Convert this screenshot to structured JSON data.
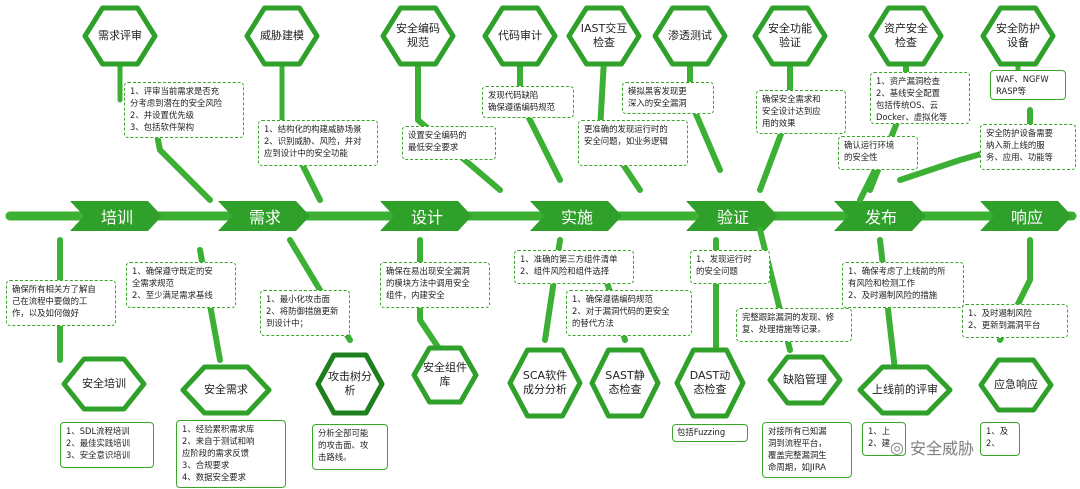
{
  "stages": [
    "培训",
    "需求",
    "设计",
    "实施",
    "验证",
    "发布",
    "响应"
  ],
  "nodes_top": [
    {
      "id": "req-review",
      "label": "需求评审"
    },
    {
      "id": "threat-model",
      "label": "威胁建模"
    },
    {
      "id": "secure-coding",
      "label": "安全编码规范"
    },
    {
      "id": "code-audit",
      "label": "代码审计"
    },
    {
      "id": "iast",
      "label": "IAST交互检查"
    },
    {
      "id": "pentest",
      "label": "渗透测试"
    },
    {
      "id": "func-verify",
      "label": "安全功能验证"
    },
    {
      "id": "asset-check",
      "label": "资产安全检查"
    },
    {
      "id": "sec-device",
      "label": "安全防护设备"
    }
  ],
  "nodes_bottom": [
    {
      "id": "sec-training",
      "label": "安全培训"
    },
    {
      "id": "sec-req",
      "label": "安全需求"
    },
    {
      "id": "attack-tree",
      "label": "攻击树分析"
    },
    {
      "id": "sec-lib",
      "label": "安全组件库"
    },
    {
      "id": "sca",
      "label": "SCA软件成分分析"
    },
    {
      "id": "sast",
      "label": "SAST静态检查"
    },
    {
      "id": "dast",
      "label": "DAST动态检查"
    },
    {
      "id": "bug-mgmt",
      "label": "缺陷管理"
    },
    {
      "id": "prelaunch",
      "label": "上线前的评审"
    },
    {
      "id": "emergency",
      "label": "应急响应"
    }
  ],
  "notes": {
    "req_review": [
      "1、评审当前需求是否充",
      "分考虑到潜在的安全风险",
      "2、并设置优先级",
      "3、包括软件架构"
    ],
    "threat_model": [
      "1、结构化的构建威胁场景",
      "2、识别威胁、风险，并对",
      "应到设计中的安全功能"
    ],
    "secure_coding": [
      "设置安全编码的",
      "最低安全要求"
    ],
    "code_audit": [
      "发现代码缺陷",
      "确保遵循编码规范"
    ],
    "pentest": [
      "模拟黑客发现更",
      "深入的安全漏洞"
    ],
    "iast": [
      "更准确的发现运行时的",
      "安全问题，如业务逻辑"
    ],
    "func_verify": [
      "确保安全需求和",
      "安全设计达到应",
      "用的效果"
    ],
    "asset_check": [
      "1、资产漏洞检查",
      "2、基线安全配置",
      "包括传统OS、云",
      "Docker、虚拟化等"
    ],
    "sec_device": [
      "WAF、NGFW",
      "RASP等"
    ],
    "sec_device2": [
      "安全防护设备需要",
      "纳入新上线的服",
      "务、应用、功能等"
    ],
    "asset_check2": [
      "确认运行环境",
      "的安全性"
    ],
    "training": [
      "确保所有相关方了解自",
      "己在流程中要做的工",
      "作，以及如何做好"
    ],
    "sec_req_note": [
      "1、确保遵守既定的安",
      "全需求规范",
      "2、至少满足需求基线"
    ],
    "attack_surface": [
      "1、最小化攻击面",
      "2、将防御措施更新",
      "到设计中；"
    ],
    "sec_lib_note": [
      "确保在易出现安全漏洞",
      "的模块方法中调用安全",
      "组件，内建安全"
    ],
    "sca_note": [
      "1、准确的第三方组件清单",
      "2、组件风险和组件选择"
    ],
    "sast_note": [
      "1、确保遵循编码规范",
      "2、对于漏洞代码的更安全",
      "的替代方法"
    ],
    "dast_note": [
      "1、发现运行时",
      "的安全问题"
    ],
    "bug_note": [
      "完整跟踪漏洞的发现、修",
      "复、处理措施等记录。"
    ],
    "prelaunch_note": [
      "1、确保考虑了上线前的所",
      "有风险和检测工作",
      "2、及时遏制风险的措施"
    ],
    "response_note": [
      "1、及时遏制风险",
      "2、更新到漏洞平台"
    ],
    "training_list": [
      "1、SDL流程培训",
      "2、最佳实践培训",
      "3、安全意识培训"
    ],
    "sec_req_list": [
      "1、经验累积需求库",
      "2、来自于测试和响",
      "应阶段的需求反馈",
      "3、合规要求",
      "4、数据安全要求"
    ],
    "attack_tree_note": [
      "分析全部可能",
      "的攻击面、攻",
      "击路线。"
    ],
    "dast_tag": "包括Fuzzing",
    "bug_list": [
      "对接所有已知漏",
      "洞到流程平台，",
      "覆盖完整漏洞生",
      "命周期，如JIRA"
    ],
    "prelaunch_list": [
      "1、上",
      "2、建"
    ],
    "emergency_list": [
      "1、及",
      "2、"
    ]
  },
  "watermark": "安全威胁",
  "colors": {
    "primary": "#2fa02a",
    "spine": "#3cb034",
    "dark": "#1e7f1e"
  }
}
